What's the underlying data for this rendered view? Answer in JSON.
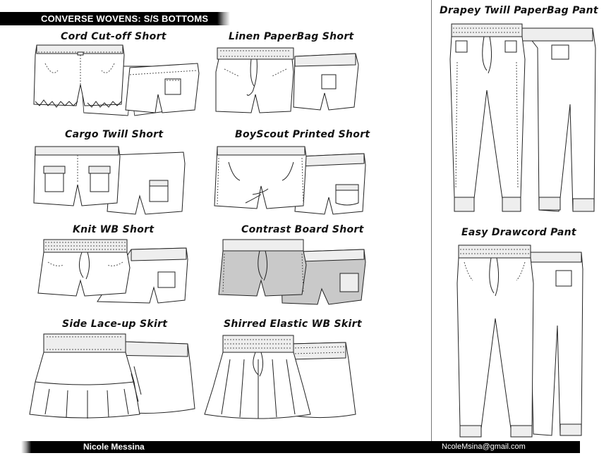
{
  "header": {
    "title": "CONVERSE WOVENS: S/S BOTTOMS"
  },
  "footer": {
    "name": "Nicole Messina",
    "email": "NcoleMsina@gmail.com"
  },
  "styles": [
    {
      "label": "Cord Cut-off Short"
    },
    {
      "label": "Linen PaperBag Short"
    },
    {
      "label": "Cargo Twill Short"
    },
    {
      "label": "BoyScout Printed Short"
    },
    {
      "label": "Knit WB Short"
    },
    {
      "label": "Contrast Board Short"
    },
    {
      "label": "Side Lace-up Skirt"
    },
    {
      "label": "Shirred Elastic WB Skirt"
    },
    {
      "label": "Drapey Twill PaperBag Pant"
    },
    {
      "label": "Easy Drawcord Pant"
    }
  ],
  "colors": {
    "bar": "#000000",
    "contrast_fill": "#c9c9c9"
  }
}
